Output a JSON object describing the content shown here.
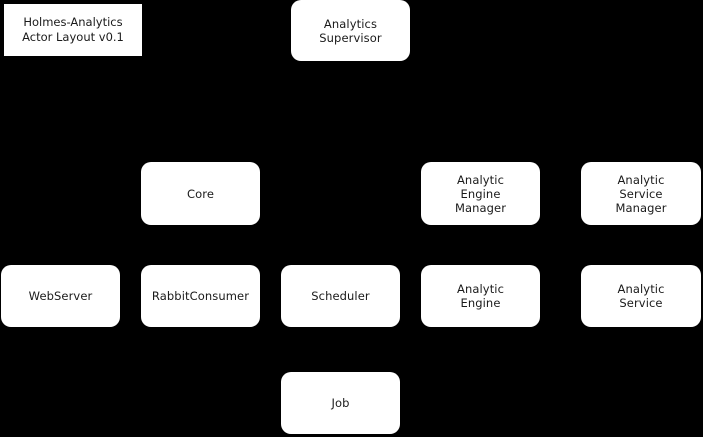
{
  "diagram": {
    "background_color": "#000000",
    "node_fill": "#ffffff",
    "node_text_color": "#1a1a1a",
    "title_border_color": "#000000"
  },
  "title_box": {
    "label": "Holmes-Analytics\nActor Layout v0.1",
    "line1": "Holmes-Analytics",
    "line2": "Actor Layout v0.1"
  },
  "nodes": [
    {
      "id": "analytics-supervisor",
      "label": "Analytics\nSupervisor",
      "row": 1,
      "column": 3
    },
    {
      "id": "core",
      "label": "Core",
      "row": 2,
      "column": 2
    },
    {
      "id": "analytic-engine-manager",
      "label": "Analytic\nEngine\nManager",
      "row": 2,
      "column": 4
    },
    {
      "id": "analytic-service-manager",
      "label": "Analytic\nService\nManager",
      "row": 2,
      "column": 5
    },
    {
      "id": "webserver",
      "label": "WebServer",
      "row": 3,
      "column": 1
    },
    {
      "id": "rabbitconsumer",
      "label": "RabbitConsumer",
      "row": 3,
      "column": 2
    },
    {
      "id": "scheduler",
      "label": "Scheduler",
      "row": 3,
      "column": 3
    },
    {
      "id": "analytic-engine",
      "label": "Analytic\nEngine",
      "row": 3,
      "column": 4
    },
    {
      "id": "analytic-service",
      "label": "Analytic\nService",
      "row": 3,
      "column": 5
    },
    {
      "id": "job",
      "label": "Job",
      "row": 4,
      "column": 3
    }
  ]
}
